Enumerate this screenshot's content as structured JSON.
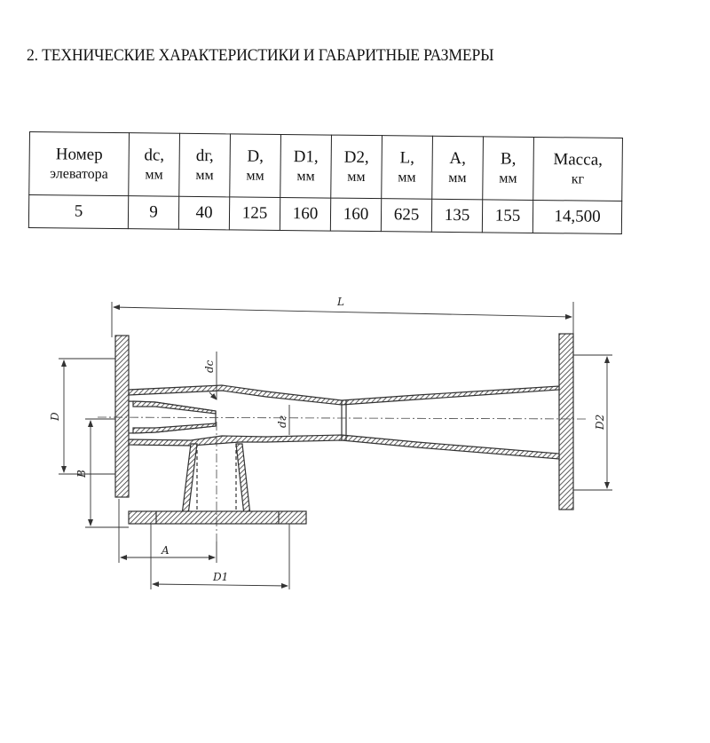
{
  "document": {
    "heading": "2. ТЕХНИЧЕСКИЕ ХАРАКТЕРИСТИКИ И ГАБАРИТНЫЕ РАЗМЕРЫ"
  },
  "table": {
    "headers": [
      {
        "main": "Номер",
        "unit": "элеватора"
      },
      {
        "main": "dс,",
        "unit": "мм"
      },
      {
        "main": "dг,",
        "unit": "мм"
      },
      {
        "main": "D,",
        "unit": "мм"
      },
      {
        "main": "D1,",
        "unit": "мм"
      },
      {
        "main": "D2,",
        "unit": "мм"
      },
      {
        "main": "L,",
        "unit": "мм"
      },
      {
        "main": "A,",
        "unit": "мм"
      },
      {
        "main": "B,",
        "unit": "мм"
      },
      {
        "main": "Масса,",
        "unit": "кг"
      }
    ],
    "row": [
      "5",
      "9",
      "40",
      "125",
      "160",
      "160",
      "625",
      "135",
      "155",
      "14,500"
    ]
  },
  "drawing": {
    "labels": {
      "length": "L",
      "nozzle": "dс",
      "throat": "dг",
      "inlet_diameter": "D",
      "outlet_diameter": "D2",
      "branch_offset": "B",
      "branch_distance": "A",
      "branch_diameter": "D1"
    }
  }
}
